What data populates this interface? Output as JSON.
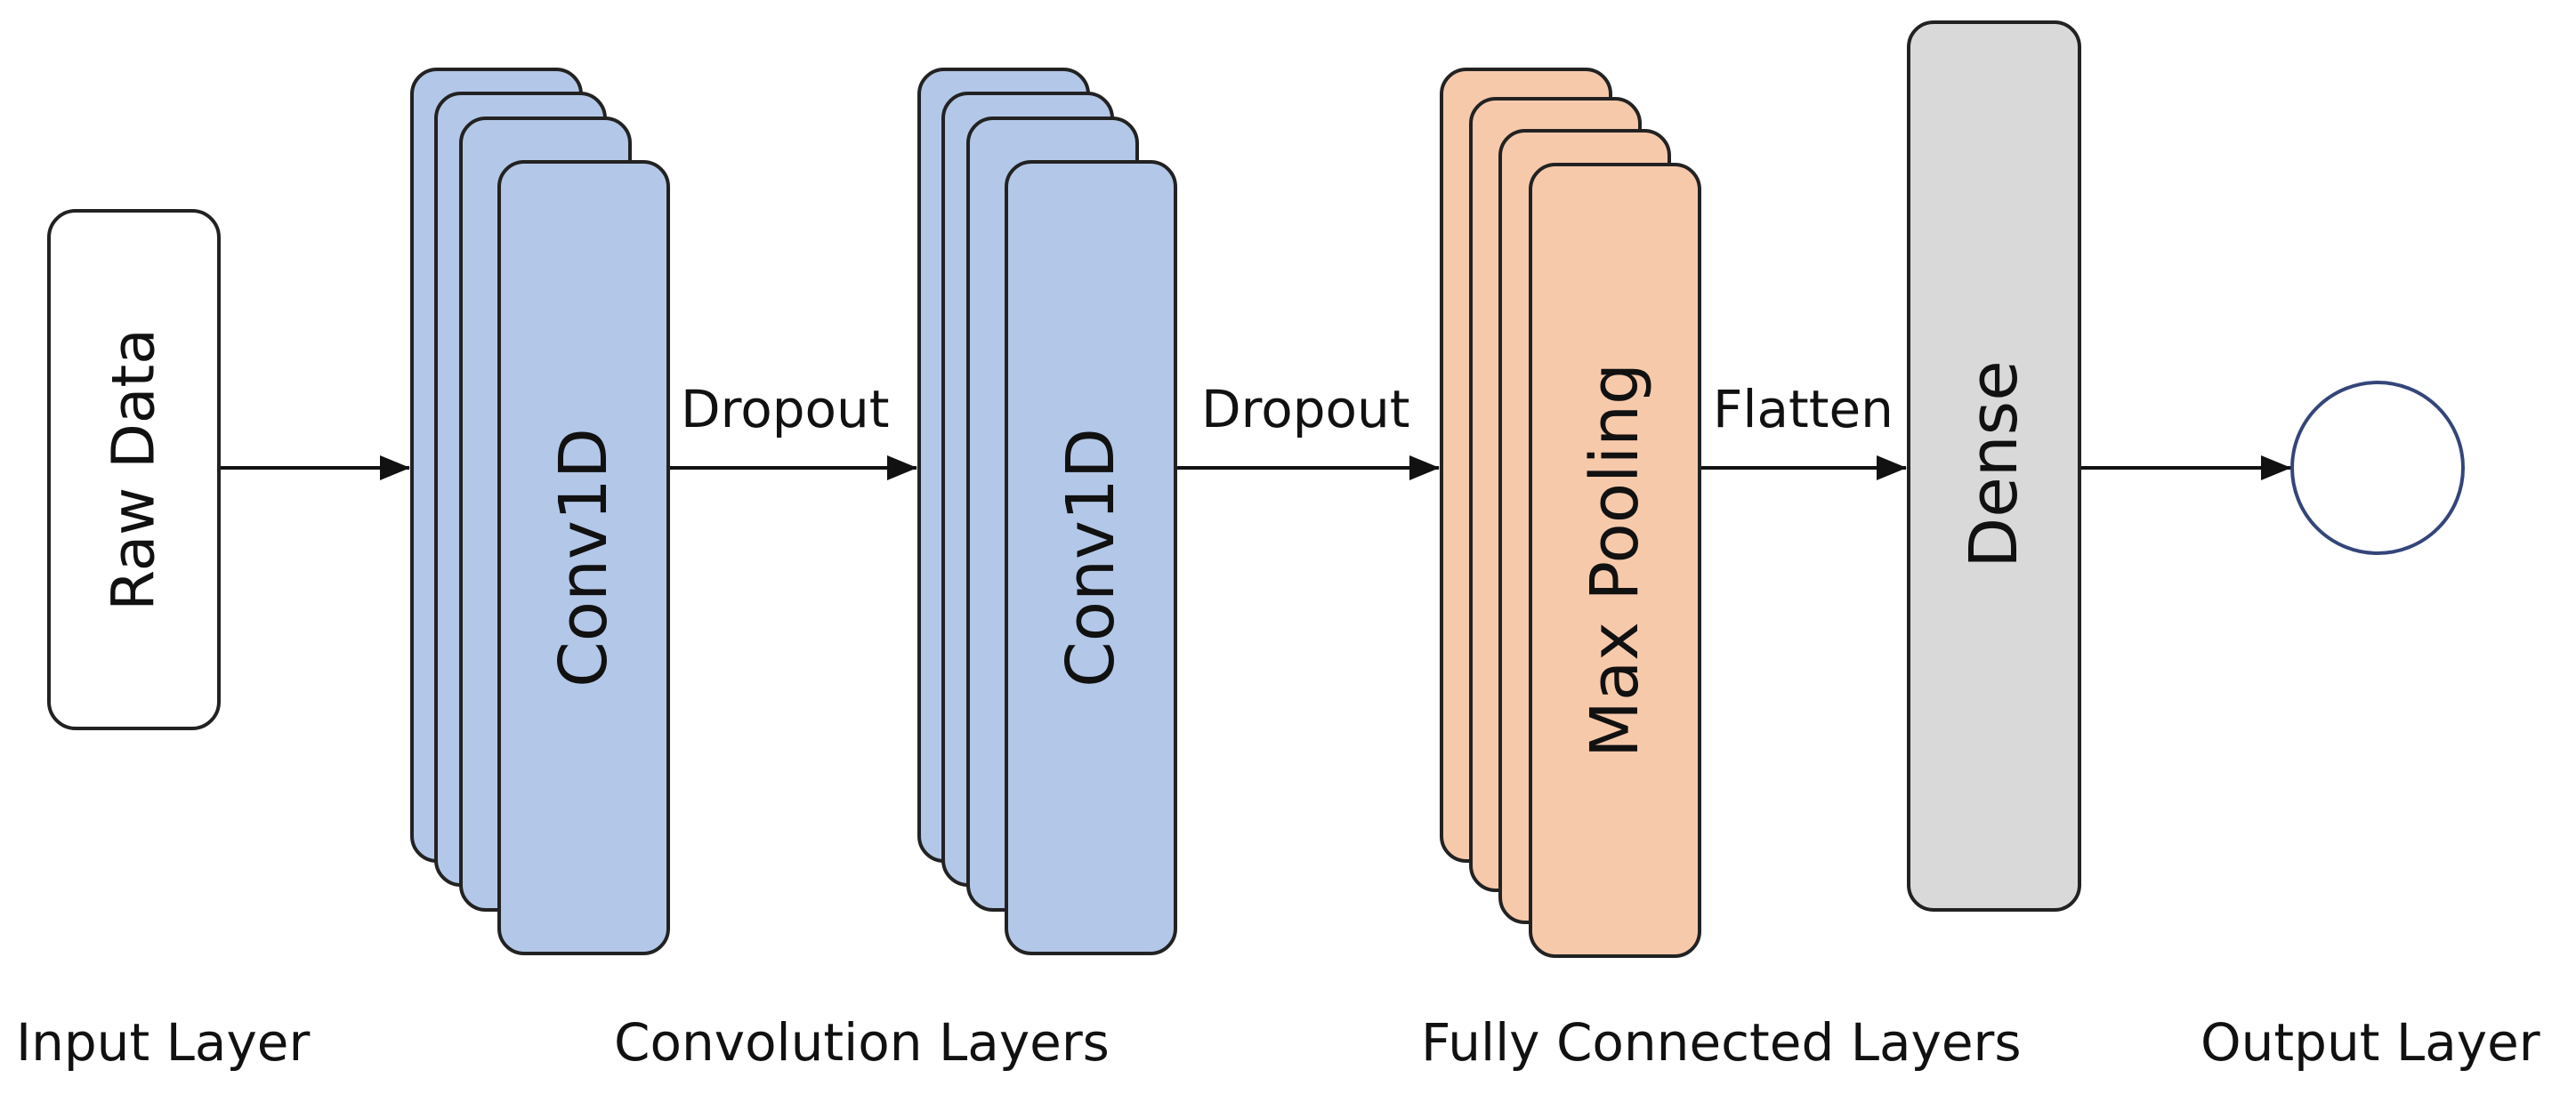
{
  "colors": {
    "conv_fill": "#b3c7e8",
    "pool_fill": "#f7c9ab",
    "dense_fill": "#d9d9d9",
    "input_fill": "#ffffff",
    "output_stroke": "#34457a",
    "stroke": "#222222"
  },
  "nodes": {
    "raw_data": "Raw Data",
    "conv1": "Conv1D",
    "conv2": "Conv1D",
    "max_pooling": "Max Pooling",
    "dense": "Dense"
  },
  "edges": {
    "dropout_1": "Dropout",
    "dropout_2": "Dropout",
    "flatten": "Flatten"
  },
  "captions": {
    "input_layer": "Input Layer",
    "convolution_layers": "Convolution Layers",
    "fully_connected_layers": "Fully Connected Layers",
    "output_layer": "Output Layer"
  }
}
